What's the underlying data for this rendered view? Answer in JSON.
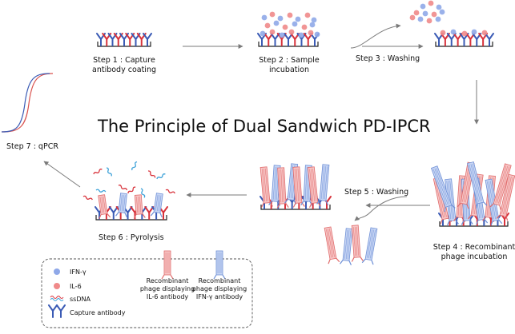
{
  "title": "The Principle of  Dual Sandwich PD-IPCR",
  "steps": {
    "s1": [
      "Step 1 :  Capture",
      "antibody coating"
    ],
    "s2": [
      "Step 2 : Sample",
      "incubation"
    ],
    "s3": "Step 3 : Washing",
    "s4": [
      "Step 4 : Recombinant",
      "phage incubation"
    ],
    "s5": "Step 5 : Washing",
    "s6": "Step 6 : Pyrolysis",
    "s7": "Step 7 : qPCR"
  },
  "legend": {
    "ifn": "IFN-γ",
    "il6": "IL-6",
    "ssdna": "ssDNA",
    "capture": "Capture antibody",
    "phage_il6": [
      "Recombinant",
      "phage displaying",
      "IL-6 antibody"
    ],
    "phage_ifn": [
      "Recombinant",
      "phage displaying",
      "IFN-γ antibody"
    ]
  },
  "colors": {
    "ifn": "#8fa8e8",
    "il6": "#f08a8a",
    "capture_blue": "#3b5bb5",
    "capture_red": "#d8333c",
    "phage_blue": "#6d8fd6",
    "phage_red": "#e06a6a",
    "arrow": "#7a7a7a"
  }
}
